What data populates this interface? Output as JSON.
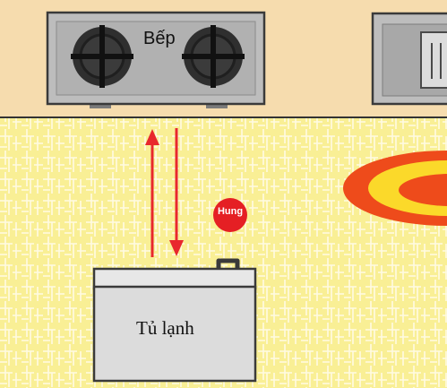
{
  "labels": {
    "stove": "Bếp",
    "fridge": "Tủ lạnh",
    "person": "Hung"
  },
  "colors": {
    "counter": "#f6dcae",
    "floor": "#f9ef95",
    "floor_grout": "#fffbe3",
    "counter_line": "#333333",
    "stove_body": "#bdbdbd",
    "burner": "#2f2f2f",
    "fridge_body": "#dcdcdc",
    "arrow": "#e8282d",
    "person_dot": "#e51f24",
    "rug_outer": "#ee4b1b",
    "rug_middle": "#fbd92a"
  },
  "icons": [
    "burner-icon",
    "burner-icon",
    "up-arrow-icon",
    "down-arrow-icon",
    "person-dot-icon",
    "rug-icon"
  ]
}
